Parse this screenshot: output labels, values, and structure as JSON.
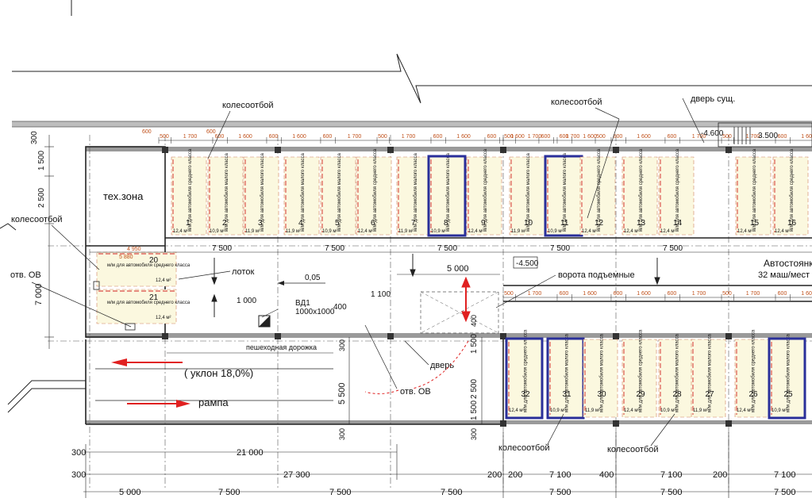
{
  "labels": {
    "wheel_stop_top_left": "колесоотбой",
    "wheel_stop_top_right": "колесоотбой",
    "wheel_stop_left": "колесоотбой",
    "wheel_stop_bottom_1": "колесоотбой",
    "wheel_stop_bottom_2": "колесоотбой",
    "door_existing": "дверь сущ.",
    "tech_zone": "тех.зона",
    "tray": "лоток",
    "lift_gate": "ворота подъемные",
    "parking_title": "Автостоянка",
    "parking_subtitle": "32 маш/мест",
    "vent_opening_left": "отв. ОВ",
    "vent_opening_ramp": "отв. ОВ",
    "vd1": "ВД1",
    "vd1_size": "1000х1000",
    "walkway": "пешеходная дорожка",
    "slope": "( уклон 18,0%)",
    "ramp": "рампа",
    "door": "дверь",
    "slope_value": "0,05",
    "level_1": "-4.500",
    "level_2": "-4.600",
    "dim_3500": "3.500"
  },
  "spot_text": {
    "medium": "м/м для автомобиля среднего класса",
    "small": "м/м для автомобиля малого класса"
  },
  "top_spots": [
    {
      "num": "1",
      "area": "12,4 м²",
      "cls": "medium"
    },
    {
      "num": "2",
      "area": "10,9 м²",
      "cls": "small"
    },
    {
      "num": "3",
      "area": "11,9 м²",
      "cls": "small"
    },
    {
      "num": "4",
      "area": "11,9 м²",
      "cls": "small"
    },
    {
      "num": "5",
      "area": "10,9 м²",
      "cls": "small"
    },
    {
      "num": "6",
      "area": "12,4 м²",
      "cls": "medium"
    },
    {
      "num": "7",
      "area": "11,9 м²",
      "cls": "small"
    },
    {
      "num": "8",
      "area": "10,9 м²",
      "cls": "small",
      "hl": true
    },
    {
      "num": "9",
      "area": "12,4 м²",
      "cls": "medium"
    },
    {
      "num": "10",
      "area": "11,9 м²",
      "cls": "small"
    },
    {
      "num": "11",
      "area": "10,9 м²",
      "cls": "small",
      "hl": true
    },
    {
      "num": "12",
      "area": "12,4 м²",
      "cls": "medium"
    },
    {
      "num": "13",
      "area": "12,4 м²",
      "cls": "medium"
    },
    {
      "num": "14",
      "area": "12,4 м²",
      "cls": "medium"
    },
    {
      "num": "15",
      "area": "12,4 м²",
      "cls": "medium"
    },
    {
      "num": "16",
      "area": "12,4 м²",
      "cls": "medium"
    }
  ],
  "bottom_spots": [
    {
      "num": "32",
      "area": "12,4 м²",
      "cls": "medium",
      "hl": true
    },
    {
      "num": "31",
      "area": "10,9 м²",
      "cls": "small",
      "hl": true
    },
    {
      "num": "30",
      "area": "11,9 м²",
      "cls": "small"
    },
    {
      "num": "29",
      "area": "12,4 м²",
      "cls": "medium"
    },
    {
      "num": "28",
      "area": "10,9 м²",
      "cls": "small"
    },
    {
      "num": "27",
      "area": "11,9 м²",
      "cls": "small"
    },
    {
      "num": "26",
      "area": "12,4 м²",
      "cls": "medium"
    },
    {
      "num": "25",
      "area": "10,9 м²",
      "cls": "small",
      "hl": true
    }
  ],
  "side_spots": [
    {
      "num": "20",
      "area": "12,4 м²",
      "cls": "medium"
    },
    {
      "num": "21",
      "area": "12,4 м²",
      "cls": "medium"
    }
  ],
  "top_dims_row": [
    "500",
    "1 700",
    "600",
    "1 600",
    "600",
    "1 600",
    "600",
    "1 700",
    "500",
    "1 700",
    "600",
    "1 600",
    "600",
    "1 600",
    "600",
    "1 700",
    "500"
  ],
  "bay_dims_top": [
    "7 500",
    "7 500",
    "7 500",
    "7 500",
    "7 500"
  ],
  "left_dims": [
    "300",
    "1 500",
    "2 500",
    "7 000",
    "1 500",
    "5 500",
    "300"
  ],
  "bottom_dims_1": [
    "300",
    "21 000"
  ],
  "bottom_dims_2": [
    "300",
    "27 300",
    "200",
    "200",
    "7 100",
    "400",
    "7 100",
    "200",
    "7 100"
  ],
  "bottom_dims_3": [
    "5 000",
    "7 500",
    "7 500",
    "7 500",
    "7 500",
    "7 500",
    "7 500"
  ],
  "misc_dims": [
    "5 000",
    "1 000",
    "400",
    "1 100",
    "400",
    "1 500",
    "2 500",
    "1 500",
    "300",
    "300",
    "600",
    "1 700",
    "500",
    "4 950",
    "5 880"
  ],
  "colors": {
    "line": "#222222",
    "orange": "#c0501a",
    "spot_fill": "#fbf8df",
    "highlight": "#2a2f9a",
    "arrow_red": "#e02020",
    "gray": "#9a9a9a"
  }
}
